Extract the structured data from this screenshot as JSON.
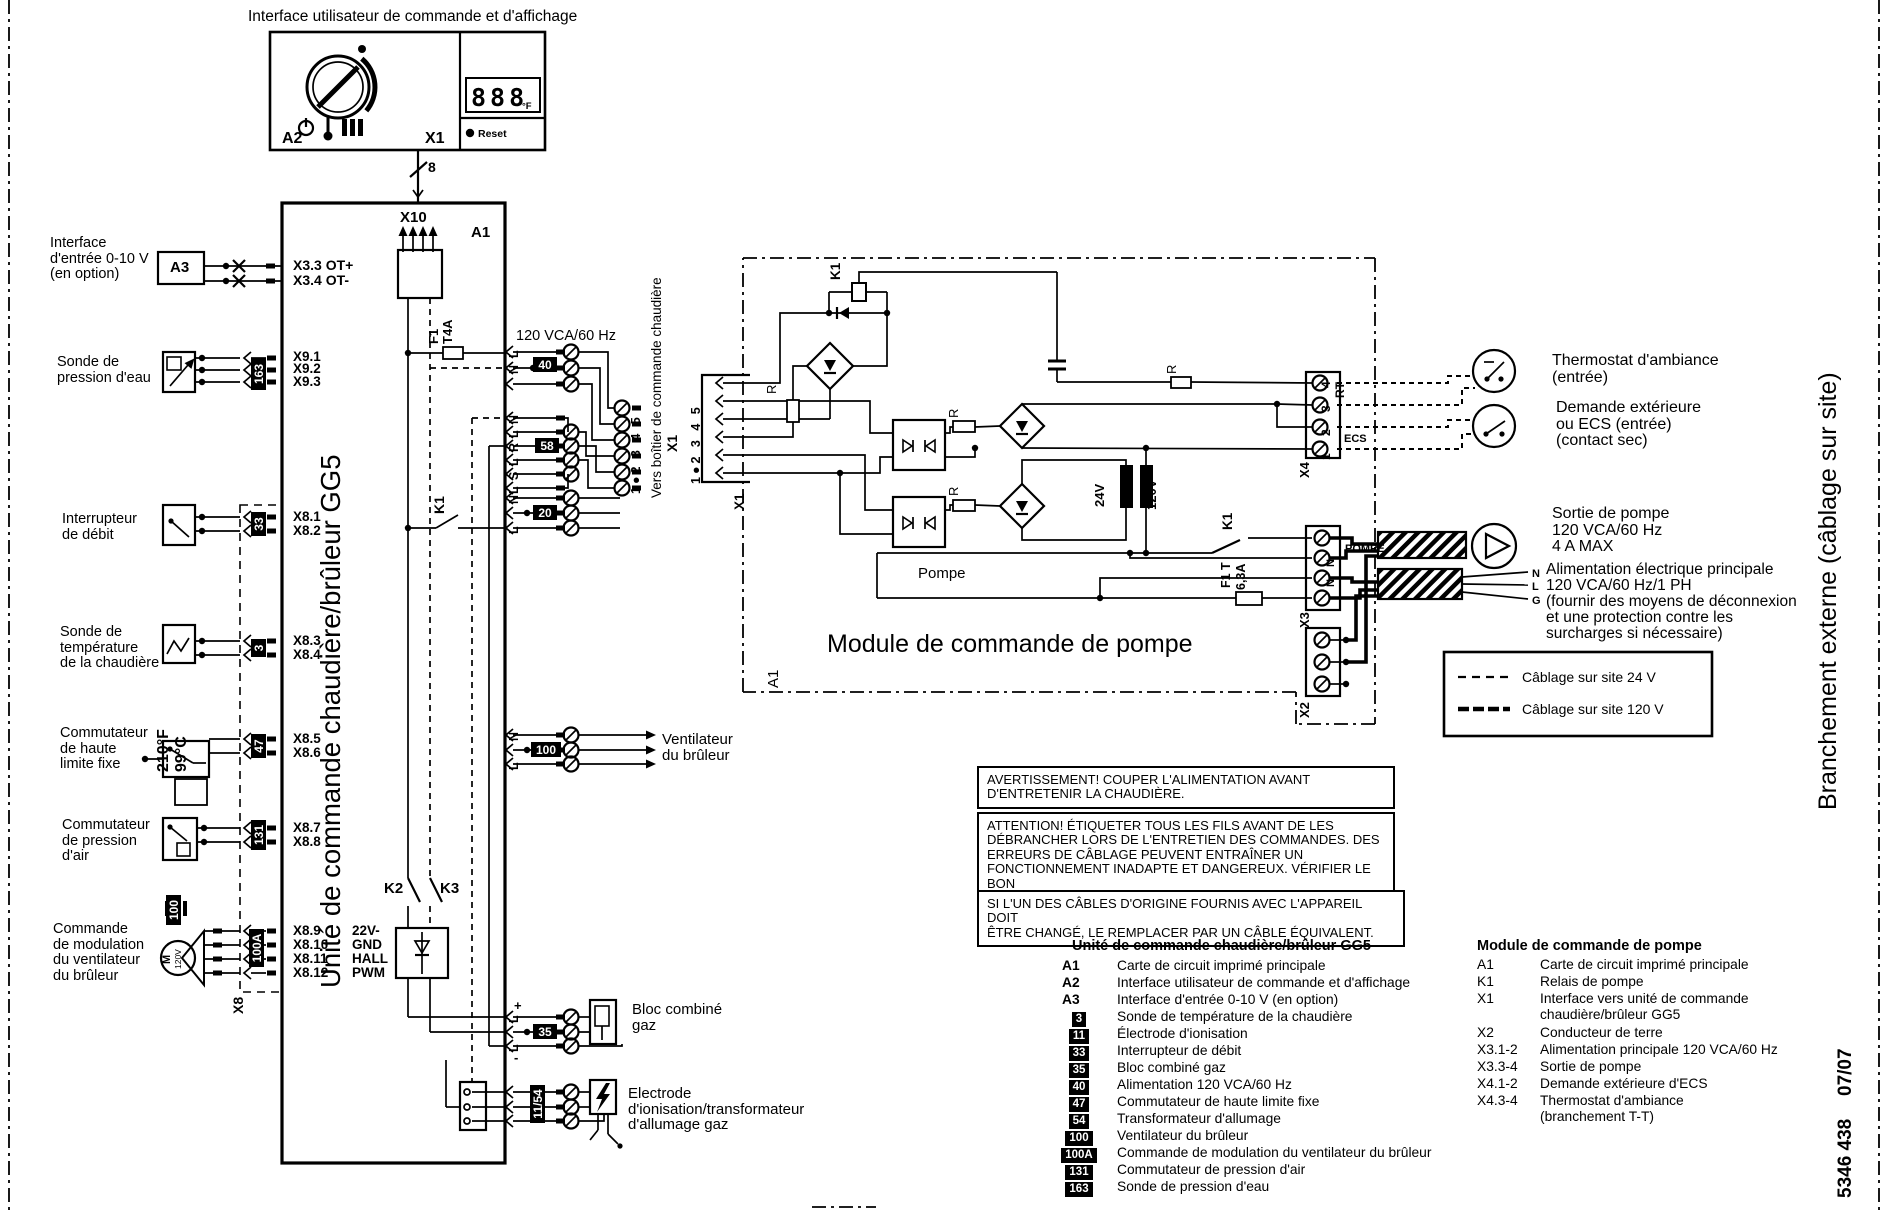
{
  "page": {
    "header": "Interface utilisateur de commande et d'affichage",
    "side_note": "Branchement externe (câblage sur site)",
    "doc_number": "5346 438",
    "doc_date": "07/07"
  },
  "interface_box": {
    "a2": "A2",
    "x1": "X1",
    "reset": "Reset",
    "display": "888",
    "unit": "°F",
    "wire_count": "8"
  },
  "main_unit": {
    "title": "Unité de commande chaudière/brûleur GG5",
    "board": "A1",
    "x10": "X10",
    "fuse": "F1",
    "fuse_rating": "T4A",
    "supply": "120 VCA/60 Hz",
    "k1": "K1",
    "k2": "K2",
    "k3": "K3",
    "x8": "X8",
    "plus": "+",
    "minus": "-"
  },
  "inputs": {
    "a3": {
      "label": "Interface\nd'entrée 0-10 V\n(en option)",
      "box": "A3",
      "terminals": "X3.3 OT+\nX3.4 OT-"
    },
    "water": {
      "label": "Sonde de\npression d'eau",
      "tag": "163",
      "terminals": "X9.1\nX9.2\nX9.3"
    },
    "flow": {
      "label": "Interrupteur\nde débit",
      "tag": "33",
      "terminals": "X8.1\nX8.2"
    },
    "temp": {
      "label": "Sonde de\ntempérature\nde la chaudière",
      "tag": "3",
      "terminals": "X8.3\nX8.4"
    },
    "limit": {
      "label": "Commutateur\nde haute\nlimite fixe",
      "tag": "47",
      "terminals": "X8.5\nX8.6",
      "setpoint_f": "210°F",
      "setpoint_c": "99°C"
    },
    "air": {
      "label": "Commutateur\nde pression\nd'air",
      "tag": "131",
      "terminals": "X8.7\nX8.8"
    },
    "fan": {
      "label": "Commande\nde modulation\ndu ventilateur\ndu brûleur",
      "tag_top": "100",
      "tag": "100A",
      "terminals": "X8.9\nX8.10\nX8.11\nX8.12",
      "signals": "22V-\nGND\nHALL\nPWM",
      "motor": "M",
      "motor_v": "120V"
    }
  },
  "outputs_main": {
    "tag40": "40",
    "tag58": "58",
    "tag20": "20",
    "tag100": "100",
    "tag35": "35",
    "tag1154": "11/54",
    "lettersA": [
      "L",
      "N"
    ],
    "lettersB": [
      "N",
      "L",
      "R",
      "L",
      "S",
      "L"
    ],
    "lettersC": [
      "N",
      "L"
    ],
    "lettersFan": [
      "N",
      "L"
    ],
    "lettersGas": [
      "L",
      "L"
    ],
    "fan_label": "Ventilateur\ndu brûleur",
    "gas_label": "Bloc combiné\ngaz",
    "ign_label": "Electrode\nd'ionisation/transformateur\nd'allumage gaz",
    "vers": "Vers boîtier de commande chaudière",
    "vers_x1": "X1",
    "pins": "1●2 3 4 5"
  },
  "pump_module": {
    "title": "Module de commande de pompe",
    "board": "A1",
    "pompe": "Pompe",
    "x1": "X1",
    "pins": "1●2 3 4 5",
    "k1_coil": "K1",
    "k1_switch": "K1",
    "r": "R",
    "tr_24": "24V",
    "tr_120": "120V",
    "fuse": "F1 T",
    "fuse_rating": "6,3A",
    "x4": {
      "id": "X4",
      "rt": "RT",
      "ecs": "ECS",
      "pins": "1 2 3 4"
    },
    "x3": {
      "id": "X3",
      "pompe": "POMPE",
      "n2": "N",
      "n3": "N"
    },
    "x2": {
      "id": "X2"
    }
  },
  "field": {
    "thermostat": "Thermostat d'ambiance\n(entrée)",
    "demande": "Demande extérieure\nou ECS (entrée)\n(contact sec)",
    "sortie": "Sortie de pompe\n120 VCA/60 Hz\n4 A MAX",
    "alim": "Alimentation électrique principale\n120 VCA/60 Hz/1 PH\n(fournir des moyens de déconnexion\net une protection contre les\nsurcharges si nécessaire)",
    "mains_n": "N",
    "mains_l": "L",
    "mains_g": "G"
  },
  "legend_lines": {
    "v24": "Câblage sur site 24 V",
    "v120": "Câblage sur site 120 V"
  },
  "warnings": [
    "AVERTISSEMENT! COUPER L'ALIMENTATION AVANT\nD'ENTRETENIR LA CHAUDIÈRE.",
    "ATTENTION! ÉTIQUETER TOUS LES FILS AVANT DE LES\nDÉBRANCHER LORS DE L'ENTRETIEN DES COMMANDES. DES\nERREURS DE CÂBLAGE PEUVENT ENTRAÎNER UN\nFONCTIONNEMENT INADAPTE ET DANGEREUX. VÉRIFIER LE BON\nFONCTIONNEMENT UNE FOIS LES RÉPARATIONS TERMINÉES.",
    "SI L'UN DES CÂBLES D'ORIGINE FOURNIS AVEC L'APPAREIL DOIT\nÊTRE CHANGÉ, LE REMPLACER PAR UN CÂBLE ÉQUIVALENT."
  ],
  "legend_left": {
    "title": "Unité de commande chaudière/brûleur GG5",
    "items": [
      {
        "code": "A1",
        "boxed": false,
        "text": "Carte de circuit imprimé principale"
      },
      {
        "code": "A2",
        "boxed": false,
        "text": "Interface utilisateur de commande et d'affichage"
      },
      {
        "code": "A3",
        "boxed": false,
        "text": "Interface d'entrée 0-10 V (en option)"
      },
      {
        "code": "3",
        "boxed": true,
        "text": "Sonde de température de la chaudière"
      },
      {
        "code": "11",
        "boxed": true,
        "text": "Électrode d'ionisation"
      },
      {
        "code": "33",
        "boxed": true,
        "text": "Interrupteur de débit"
      },
      {
        "code": "35",
        "boxed": true,
        "text": "Bloc combiné gaz"
      },
      {
        "code": "40",
        "boxed": true,
        "text": "Alimentation 120 VCA/60 Hz"
      },
      {
        "code": "47",
        "boxed": true,
        "text": "Commutateur de haute limite fixe"
      },
      {
        "code": "54",
        "boxed": true,
        "text": "Transformateur d'allumage"
      },
      {
        "code": "100",
        "boxed": true,
        "text": "Ventilateur du brûleur"
      },
      {
        "code": "100A",
        "boxed": true,
        "text": "Commande de modulation du ventilateur du brûleur"
      },
      {
        "code": "131",
        "boxed": true,
        "text": "Commutateur de pression d'air"
      },
      {
        "code": "163",
        "boxed": true,
        "text": "Sonde de pression d'eau"
      }
    ]
  },
  "legend_right": {
    "title": "Module de commande de pompe",
    "items": [
      {
        "code": "A1",
        "text": "Carte de circuit imprimé principale"
      },
      {
        "code": "K1",
        "text": "Relais de pompe"
      },
      {
        "code": "X1",
        "text": "Interface vers unité de commande\nchaudière/brûleur GG5"
      },
      {
        "code": "X2",
        "text": "Conducteur de terre"
      },
      {
        "code": "X3.1-2",
        "text": "Alimentation principale 120 VCA/60 Hz"
      },
      {
        "code": "X3.3-4",
        "text": "Sortie de pompe"
      },
      {
        "code": "X4.1-2",
        "text": "Demande extérieure d'ECS"
      },
      {
        "code": "X4.3-4",
        "text": "Thermostat d'ambiance\n(branchement T-T)"
      }
    ]
  }
}
